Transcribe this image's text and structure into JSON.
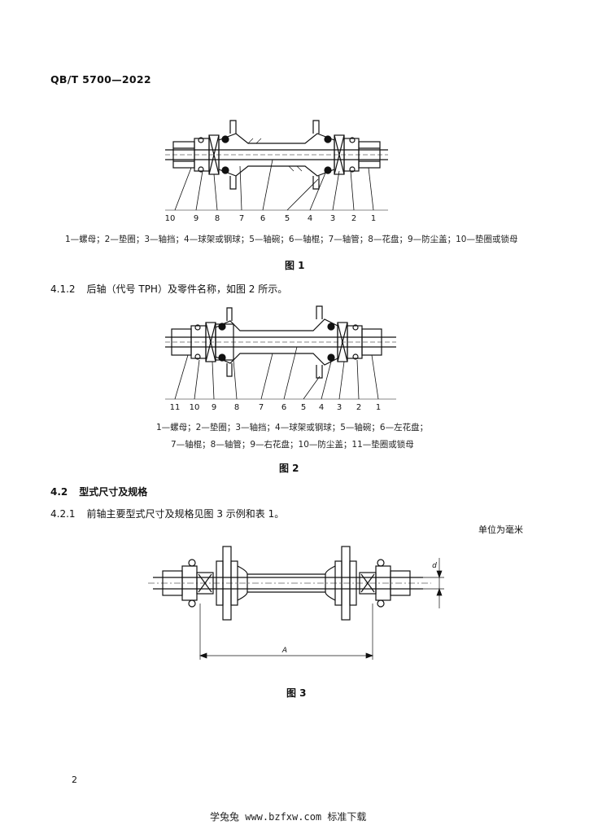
{
  "header": {
    "standard_code": "QB/T 5700—2022"
  },
  "figure1": {
    "callouts": [
      "10",
      "9",
      "8",
      "7",
      "6",
      "5",
      "4",
      "3",
      "2",
      "1"
    ],
    "legend": "1—螺母；2—垫圈；3—轴挡；4—球架或钢球；5—轴碗；6—轴棍；7—轴管；8—花盘；9—防尘盖；10—垫圈或锁母",
    "caption": "图 1"
  },
  "clause_412": {
    "number": "4.1.2",
    "text": "后轴（代号 TPH）及零件名称，如图 2 所示。"
  },
  "figure2": {
    "callouts": [
      "11",
      "10",
      "9",
      "8",
      "7",
      "6",
      "5",
      "4",
      "3",
      "2",
      "1"
    ],
    "legend_line1": "1—螺母；2—垫圈；3—轴挡；4—球架或钢球；5—轴碗；6—左花盘；",
    "legend_line2": "7—轴棍；8—轴管；9—右花盘；10—防尘盖；11—垫圈或锁母",
    "caption": "图 2"
  },
  "clause_42": {
    "number": "4.2",
    "text": "型式尺寸及规格"
  },
  "clause_421": {
    "number": "4.2.1",
    "text": "前轴主要型式尺寸及规格见图 3 示例和表 1。"
  },
  "unit_note": "单位为毫米",
  "figure3": {
    "dim_A": "A",
    "dim_d": "d",
    "caption": "图 3"
  },
  "page_number": "2",
  "footer": "学兔兔 www.bzfxw.com 标准下载"
}
